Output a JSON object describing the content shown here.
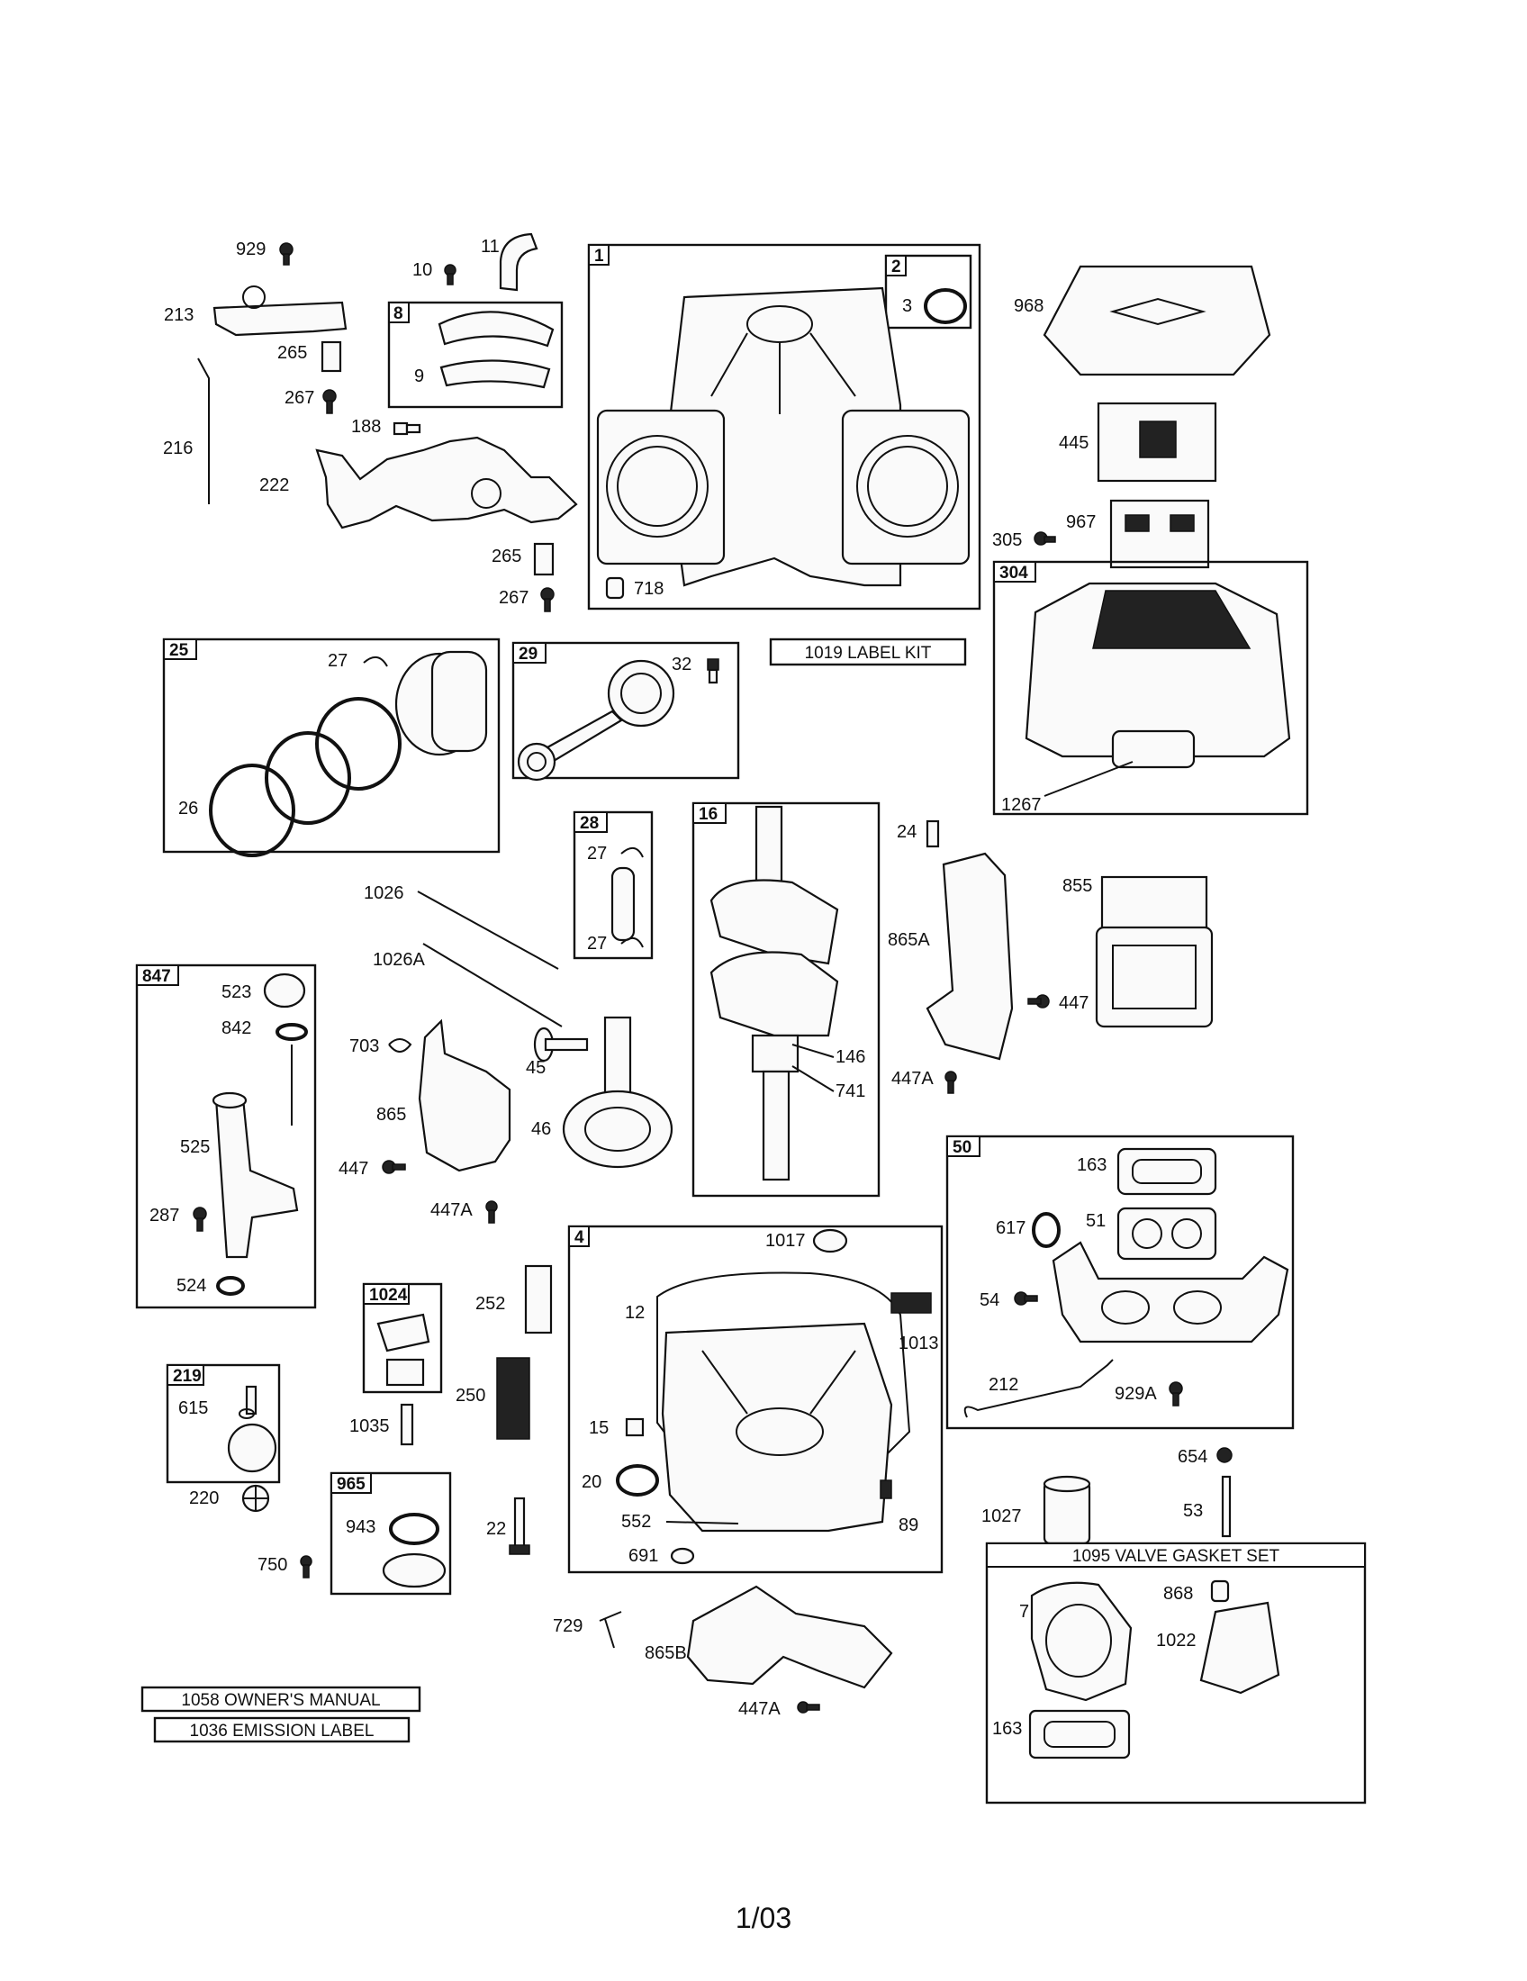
{
  "callouts": {
    "c929": "929",
    "c213": "213",
    "c216": "216",
    "c265": "265",
    "c267": "267",
    "c222": "222",
    "c188": "188",
    "c265b": "265",
    "c267b": "267",
    "c11": "11",
    "c10": "10",
    "c8": "8",
    "c9": "9",
    "c1": "1",
    "c2": "2",
    "c3": "3",
    "c718": "718",
    "c968": "968",
    "c445": "445",
    "c967": "967",
    "c305": "305",
    "c304": "304",
    "c1267": "1267",
    "c25": "25",
    "c27": "27",
    "c26": "26",
    "c29": "29",
    "c32": "32",
    "c28": "28",
    "c27b": "27",
    "c27c": "27",
    "c16": "16",
    "c146": "146",
    "c741": "741",
    "c24": "24",
    "c865A": "865A",
    "c447A": "447A",
    "c855": "855",
    "c447": "447",
    "c1026": "1026",
    "c1026A": "1026A",
    "c703": "703",
    "c45": "45",
    "c865": "865",
    "c46": "46",
    "c447b": "447",
    "c447Ab": "447A",
    "c847": "847",
    "c523": "523",
    "c842": "842",
    "c525": "525",
    "c287": "287",
    "c524": "524",
    "c50": "50",
    "c163": "163",
    "c617": "617",
    "c51": "51",
    "c54": "54",
    "c212": "212",
    "c929A": "929A",
    "c4": "4",
    "c1017": "1017",
    "c12": "12",
    "c1013": "1013",
    "c15": "15",
    "c20": "20",
    "c552": "552",
    "c691": "691",
    "c89": "89",
    "c1024": "1024",
    "c252": "252",
    "c250": "250",
    "c1035": "1035",
    "c22": "22",
    "c219": "219",
    "c615": "615",
    "c220": "220",
    "c750": "750",
    "c965": "965",
    "c943": "943",
    "c654": "654",
    "c53": "53",
    "c1027": "1027",
    "c7": "7",
    "c868": "868",
    "c1022": "1022",
    "c163b": "163",
    "c729": "729",
    "c865B": "865B",
    "c447Ac": "447A"
  },
  "kits": {
    "label_kit": "1019 LABEL KIT",
    "owners_manual": "1058 OWNER'S MANUAL",
    "emission_label": "1036 EMISSION LABEL",
    "valve_gasket_set": "1095 VALVE GASKET SET"
  },
  "page_number": "1/03"
}
